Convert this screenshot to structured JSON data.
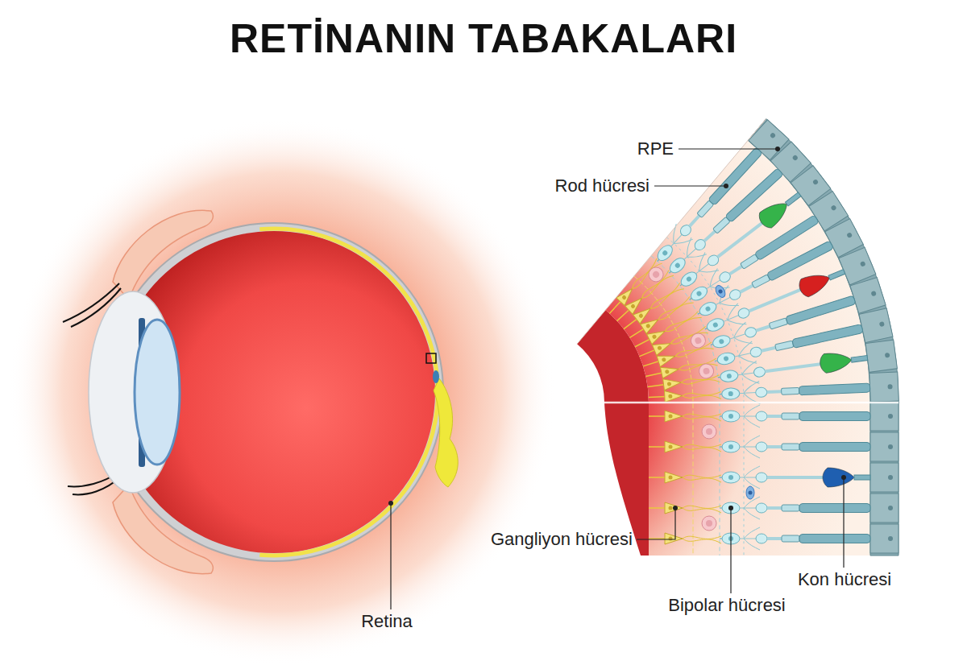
{
  "diagram": {
    "title": "RETİNANIN TABAKALARI",
    "labels": [
      "RPE",
      "Rod hücresi",
      "Gangliyon hücresi",
      "Bipolar hücresi",
      "Kon hücresi",
      "Retina"
    ]
  }
}
